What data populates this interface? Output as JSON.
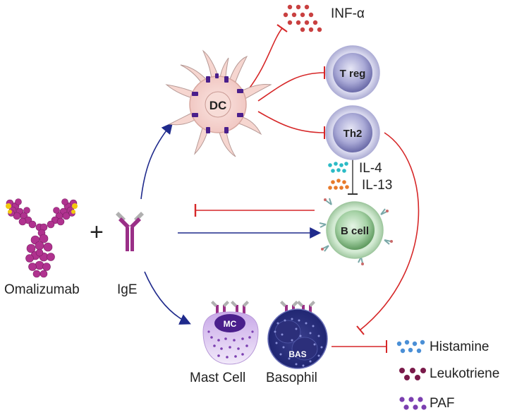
{
  "labels": {
    "omalizumab": "Omalizumab",
    "plus": "+",
    "ige": "IgE",
    "dc": "DC",
    "treg": "T reg",
    "th2": "Th2",
    "bcell": "B cell",
    "il4": "IL-4",
    "il13": "IL-13",
    "inf": "INF-α",
    "mc": "MC",
    "bas": "BAS",
    "mast_cell": "Mast Cell",
    "basophil": "Basophil",
    "histamine": "Histamine",
    "leukotriene": "Leukotriene",
    "paf": "PAF"
  },
  "colors": {
    "activation_arrow": "#1f2a8c",
    "inhibition_line": "#d62728",
    "antibody": "#b0328f",
    "inf_dots": "#c94040",
    "il4_dots": "#2bbbc6",
    "il13_dots": "#e87a2a",
    "histamine_dots": "#4a8fd6",
    "leukotriene_dots": "#7a1a4a",
    "paf_dots": "#7b3fb0"
  }
}
